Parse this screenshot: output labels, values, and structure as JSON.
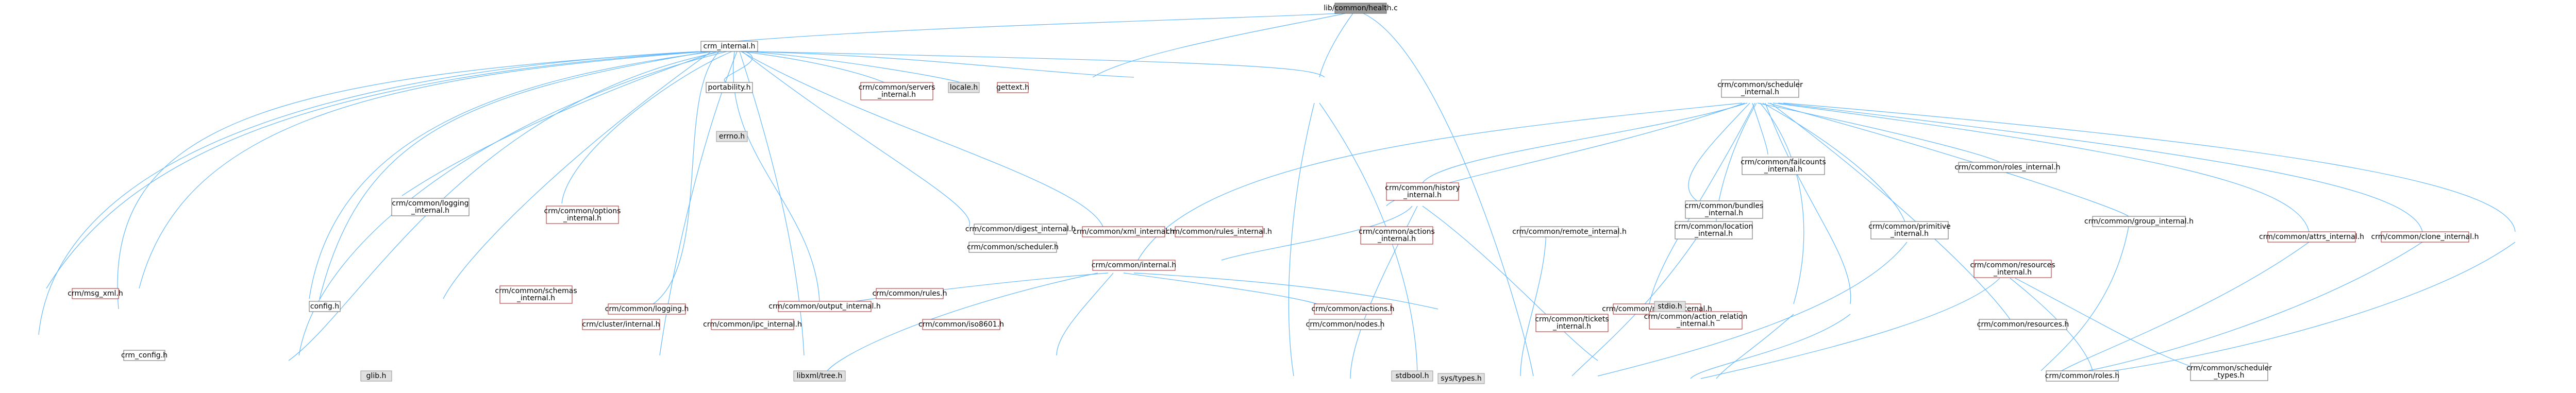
{
  "nodes": [
    {
      "id": "root",
      "label": [
        "lib/common/health.c"
      ]
    },
    {
      "id": "crm_internal",
      "label": [
        "crm_internal.h"
      ]
    },
    {
      "id": "sched_internal",
      "label": [
        "crm/common/scheduler",
        "_internal.h"
      ]
    },
    {
      "id": "portability",
      "label": [
        "portability.h"
      ]
    },
    {
      "id": "servers_internal",
      "label": [
        "crm/common/servers",
        "_internal.h"
      ]
    },
    {
      "id": "locale",
      "label": [
        "locale.h"
      ]
    },
    {
      "id": "gettext",
      "label": [
        "gettext.h"
      ]
    },
    {
      "id": "errno",
      "label": [
        "errno.h"
      ]
    },
    {
      "id": "history_internal",
      "label": [
        "crm/common/history",
        "_internal.h"
      ]
    },
    {
      "id": "failcounts_internal",
      "label": [
        "crm/common/failcounts",
        "_internal.h"
      ]
    },
    {
      "id": "roles_internal",
      "label": [
        "crm/common/roles_internal.h"
      ]
    },
    {
      "id": "common_internal",
      "label": [
        "crm/common/internal.h"
      ]
    },
    {
      "id": "bundles_internal",
      "label": [
        "crm/common/bundles",
        "_internal.h"
      ]
    },
    {
      "id": "options_internal",
      "label": [
        "crm/common/options",
        "_internal.h"
      ]
    },
    {
      "id": "logging_internal",
      "label": [
        "crm/common/logging",
        "_internal.h"
      ]
    },
    {
      "id": "config",
      "label": [
        "config.h"
      ]
    },
    {
      "id": "digest_internal",
      "label": [
        "crm/common/digest_internal.h"
      ]
    },
    {
      "id": "xml_internal",
      "label": [
        "crm/common/xml_internal.h"
      ]
    },
    {
      "id": "scheduler_h",
      "label": [
        "crm/common/scheduler.h"
      ]
    },
    {
      "id": "rules_internal",
      "label": [
        "crm/common/rules_internal.h"
      ]
    },
    {
      "id": "actions_internal",
      "label": [
        "crm/common/actions",
        "_internal.h"
      ]
    },
    {
      "id": "remote_internal",
      "label": [
        "crm/common/remote_internal.h"
      ]
    },
    {
      "id": "location_internal",
      "label": [
        "crm/common/location",
        "_internal.h"
      ]
    },
    {
      "id": "primitive_internal",
      "label": [
        "crm/common/primitive",
        "_internal.h"
      ]
    },
    {
      "id": "group_internal",
      "label": [
        "crm/common/group_internal.h"
      ]
    },
    {
      "id": "attrs_internal",
      "label": [
        "crm/common/attrs_internal.h"
      ]
    },
    {
      "id": "clone_internal",
      "label": [
        "crm/common/clone_internal.h"
      ]
    },
    {
      "id": "logging_h",
      "label": [
        "crm/common/logging.h"
      ]
    },
    {
      "id": "output_internal",
      "label": [
        "crm/common/output_internal.h"
      ]
    },
    {
      "id": "rules_h",
      "label": [
        "crm/common/rules.h"
      ]
    },
    {
      "id": "actions_h",
      "label": [
        "crm/common/actions.h"
      ]
    },
    {
      "id": "nodes_internal",
      "label": [
        "crm/common/nodes_internal.h"
      ]
    },
    {
      "id": "resources_internal",
      "label": [
        "crm/common/resources",
        "_internal.h"
      ]
    },
    {
      "id": "crmxml",
      "label": [
        "crm/msg_xml.h"
      ]
    },
    {
      "id": "crm_config",
      "label": [
        "crm_config.h"
      ]
    },
    {
      "id": "schemas_internal",
      "label": [
        "crm/common/schemas",
        "_internal.h"
      ]
    },
    {
      "id": "cluster_internal",
      "label": [
        "crm/cluster/internal.h"
      ]
    },
    {
      "id": "ipc_internal",
      "label": [
        "crm/common/ipc_internal.h"
      ]
    },
    {
      "id": "iso8601",
      "label": [
        "crm/common/iso8601.h"
      ]
    },
    {
      "id": "nodes_h",
      "label": [
        "crm/common/nodes.h"
      ]
    },
    {
      "id": "tickets_internal",
      "label": [
        "crm/common/tickets",
        "_internal.h"
      ]
    },
    {
      "id": "action_relation_internal",
      "label": [
        "crm/common/action_relation",
        "_internal.h"
      ]
    },
    {
      "id": "stdio",
      "label": [
        "stdio.h"
      ]
    },
    {
      "id": "resources_h",
      "label": [
        "crm/common/resources.h"
      ]
    },
    {
      "id": "glib",
      "label": [
        "glib.h"
      ]
    },
    {
      "id": "libxml",
      "label": [
        "libxml/tree.h"
      ]
    },
    {
      "id": "stdbool",
      "label": [
        "stdbool.h"
      ]
    },
    {
      "id": "systypes",
      "label": [
        "sys/types.h"
      ]
    },
    {
      "id": "roles_h",
      "label": [
        "crm/common/roles.h"
      ]
    },
    {
      "id": "sched_types",
      "label": [
        "crm/common/scheduler",
        "_types.h"
      ]
    }
  ]
}
